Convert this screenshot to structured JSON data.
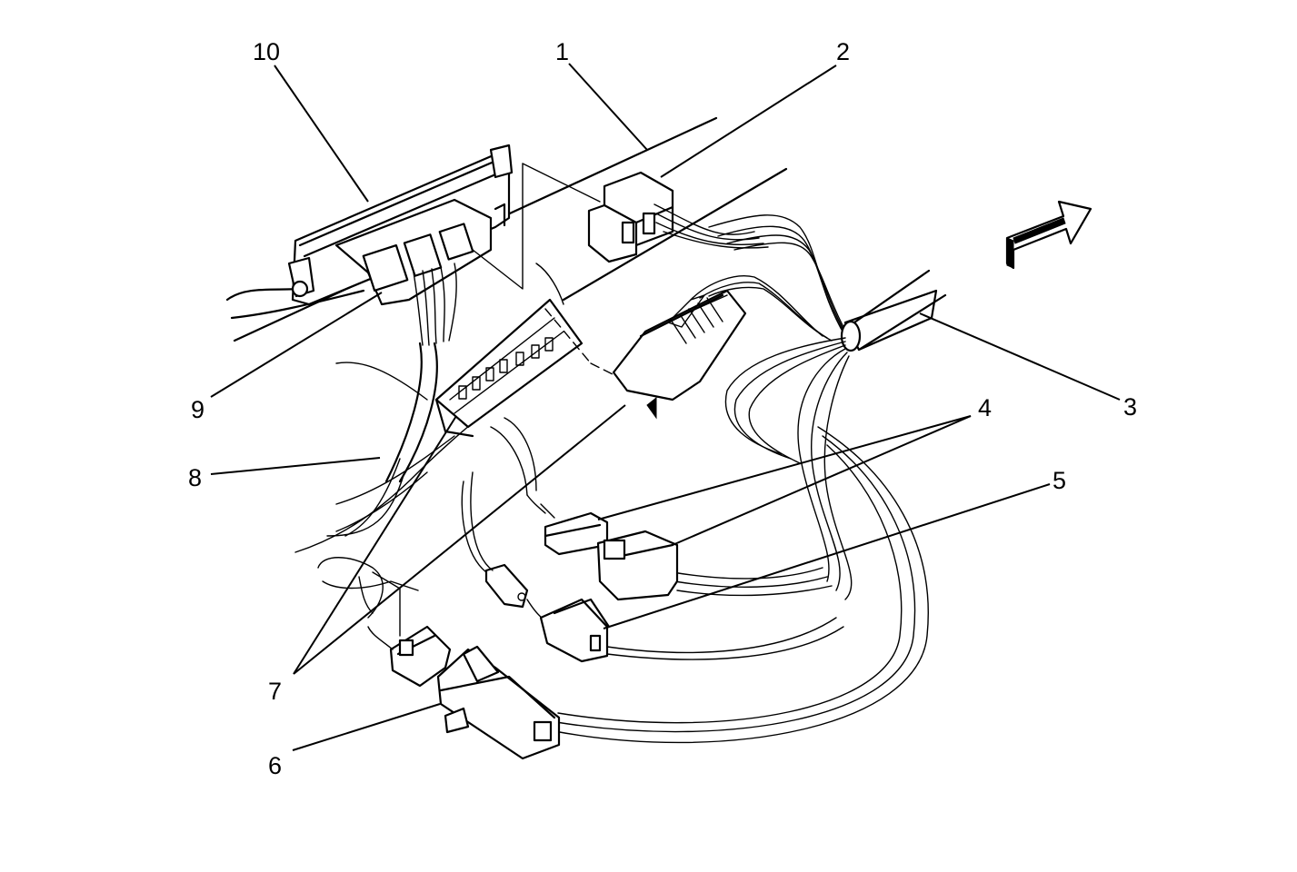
{
  "diagram": {
    "callouts": [
      {
        "id": "c1",
        "label": "1"
      },
      {
        "id": "c2",
        "label": "2"
      },
      {
        "id": "c3",
        "label": "3"
      },
      {
        "id": "c4",
        "label": "4"
      },
      {
        "id": "c5",
        "label": "5"
      },
      {
        "id": "c6",
        "label": "6"
      },
      {
        "id": "c7",
        "label": "7"
      },
      {
        "id": "c8",
        "label": "8"
      },
      {
        "id": "c9",
        "label": "9"
      },
      {
        "id": "c10",
        "label": "10"
      }
    ],
    "icons": {
      "direction": "forward-arrow-icon"
    },
    "colors": {
      "line": "#000000",
      "background": "#ffffff"
    }
  }
}
